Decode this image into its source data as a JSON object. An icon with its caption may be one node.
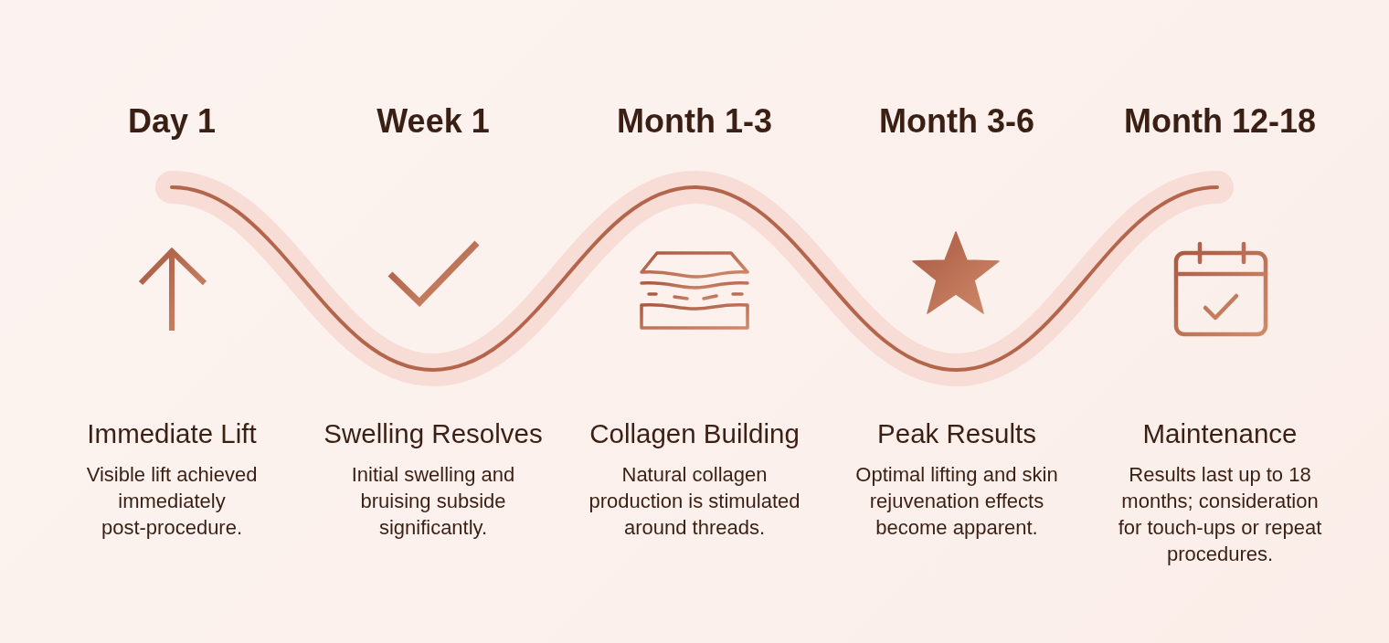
{
  "diagram": {
    "labels": [
      "Day 1",
      "Immediate Lift",
      "Visible lift achieved immediately post-procedure.",
      "Week 1",
      "Swelling Resolves",
      "Initial swelling and bruising subside significantly.",
      "Month 1-3",
      "Collagen Building",
      "Natural collagen production is stimulated around threads.",
      "Month 3-6",
      "Peak Results",
      "Optimal lifting and skin rejuvenation effects become apparent.",
      "Month 12-18",
      "Maintenance",
      "Results last up to 18 months; consideration for touch-ups or repeat procedures."
    ]
  }
}
